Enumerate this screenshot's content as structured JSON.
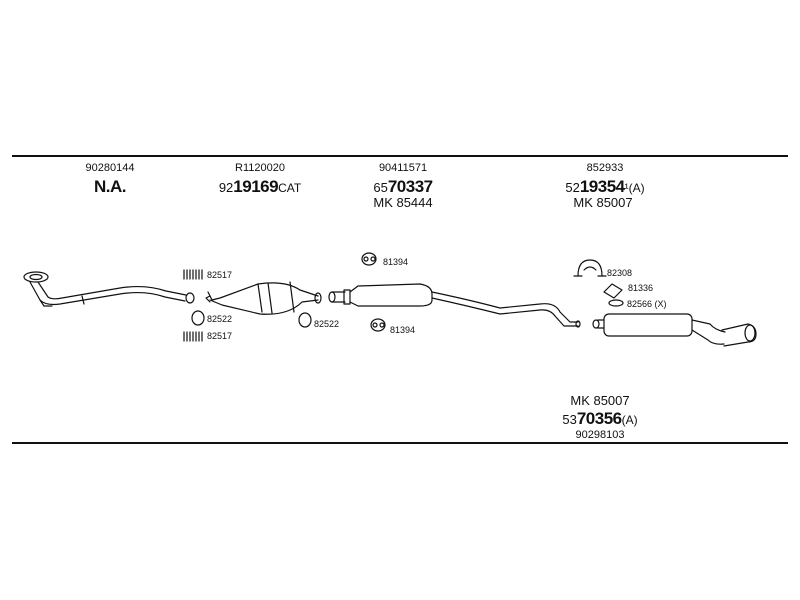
{
  "columns": [
    {
      "ref": "90280144",
      "pn_prefix": "",
      "pn_bold": "N.A.",
      "pn_suffix": "",
      "mk": ""
    },
    {
      "ref": "R1120020",
      "pn_prefix": "92",
      "pn_bold": "19169",
      "pn_suffix": "CAT",
      "mk": ""
    },
    {
      "ref": "90411571",
      "pn_prefix": "65",
      "pn_bold": "70337",
      "pn_suffix": "",
      "mk": "MK  85444"
    },
    {
      "ref": "852933",
      "pn_prefix": "52",
      "pn_bold": "19354",
      "pn_suffix": "¹(A)",
      "mk": "MK  85007"
    }
  ],
  "bottom": {
    "mk": "MK  85007",
    "pn_prefix": "53",
    "pn_bold": "70356",
    "pn_suffix": "(A)",
    "ref": "90298103"
  },
  "parts": {
    "p1": "82517",
    "p2": "82522",
    "p3": "82517",
    "p4": "82522",
    "p5": "81394",
    "p6": "81394",
    "p7": "82308",
    "p8": "81336",
    "p9": "82566 (X)"
  }
}
